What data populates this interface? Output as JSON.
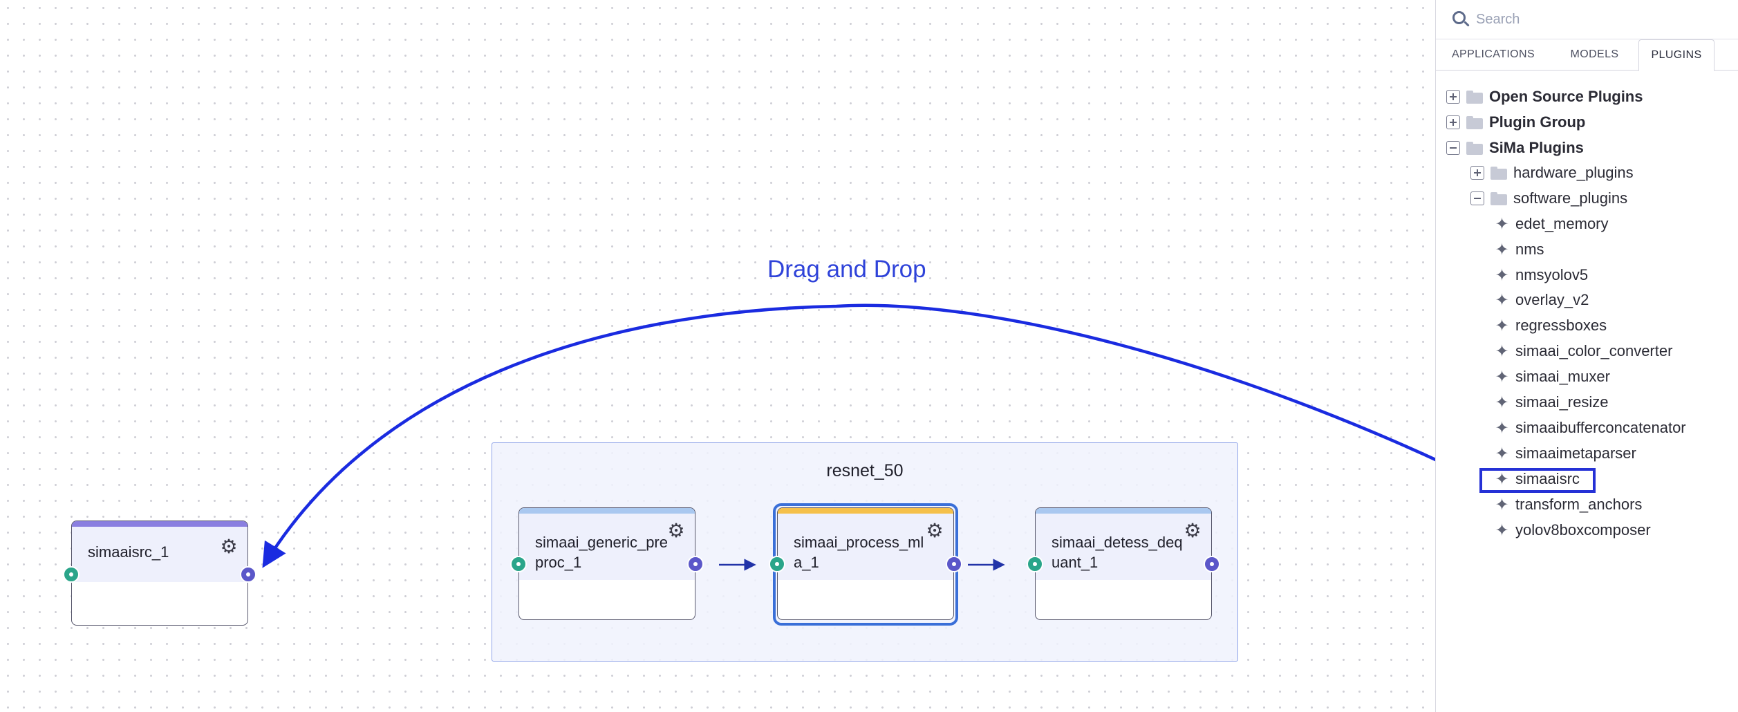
{
  "canvas": {
    "annotation": "Drag and Drop",
    "standalone_node": {
      "label": "simaaisrc_1",
      "bar_color": "#8a7fe0"
    },
    "group": {
      "title": "resnet_50",
      "nodes": [
        {
          "label": "simaai_generic_preproc_1",
          "bar_color": "#a9c8f0"
        },
        {
          "label": "simaai_process_mla_1",
          "bar_color": "#f5c04a"
        },
        {
          "label": "simaai_detess_dequant_1",
          "bar_color": "#a9c8f0"
        }
      ]
    },
    "icons": {
      "gear": "gear-icon",
      "plugin": "puzzle-icon"
    },
    "colors": {
      "arrow": "#1a2be0",
      "input_port": "#2aa58a",
      "output_port": "#5b57c9",
      "selection": "#3a6fd8"
    }
  },
  "panel": {
    "search": {
      "placeholder": "Search",
      "value": ""
    },
    "tabs": [
      {
        "label": "APPLICATIONS",
        "active": false
      },
      {
        "label": "MODELS",
        "active": false
      },
      {
        "label": "PLUGINS",
        "active": true
      }
    ],
    "tree": [
      {
        "label": "Open Source Plugins",
        "type": "folder",
        "state": "collapsed",
        "level": 0
      },
      {
        "label": "Plugin Group",
        "type": "folder",
        "state": "collapsed",
        "level": 0
      },
      {
        "label": "SiMa Plugins",
        "type": "folder",
        "state": "expanded",
        "level": 0
      },
      {
        "label": "hardware_plugins",
        "type": "folder",
        "state": "collapsed",
        "level": 1
      },
      {
        "label": "software_plugins",
        "type": "folder",
        "state": "expanded",
        "level": 1
      },
      {
        "label": "edet_memory",
        "type": "plugin",
        "level": 2
      },
      {
        "label": "nms",
        "type": "plugin",
        "level": 2
      },
      {
        "label": "nmsyolov5",
        "type": "plugin",
        "level": 2
      },
      {
        "label": "overlay_v2",
        "type": "plugin",
        "level": 2
      },
      {
        "label": "regressboxes",
        "type": "plugin",
        "level": 2
      },
      {
        "label": "simaai_color_converter",
        "type": "plugin",
        "level": 2
      },
      {
        "label": "simaai_muxer",
        "type": "plugin",
        "level": 2
      },
      {
        "label": "simaai_resize",
        "type": "plugin",
        "level": 2
      },
      {
        "label": "simaaibufferconcatenator",
        "type": "plugin",
        "level": 2
      },
      {
        "label": "simaaimetaparser",
        "type": "plugin",
        "level": 2
      },
      {
        "label": "simaaisrc",
        "type": "plugin",
        "level": 2,
        "highlighted": true
      },
      {
        "label": "transform_anchors",
        "type": "plugin",
        "level": 2
      },
      {
        "label": "yolov8boxcomposer",
        "type": "plugin",
        "level": 2
      }
    ]
  }
}
